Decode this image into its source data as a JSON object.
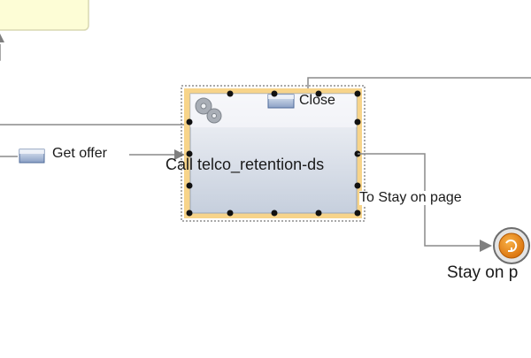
{
  "diagram": {
    "task_node": {
      "title": "Call telco_retention-ds",
      "icon": "gears-icon",
      "selected": true
    },
    "links": [
      {
        "label": "Get offer",
        "icon": "link-flag-icon"
      },
      {
        "label": "Close",
        "icon": "link-flag-icon"
      },
      {
        "label": "To Stay on page"
      }
    ],
    "end_node": {
      "label": "Stay on p",
      "icon": "redirect-arrow-icon"
    },
    "colors": {
      "selection_border": "#f7d48a",
      "node_fill_top": "#f4f5f8",
      "node_fill_bottom": "#c8d1df",
      "note_fill": "#fdfdd6",
      "end_circle": "#e8820f",
      "line": "#8a8a8a"
    }
  }
}
